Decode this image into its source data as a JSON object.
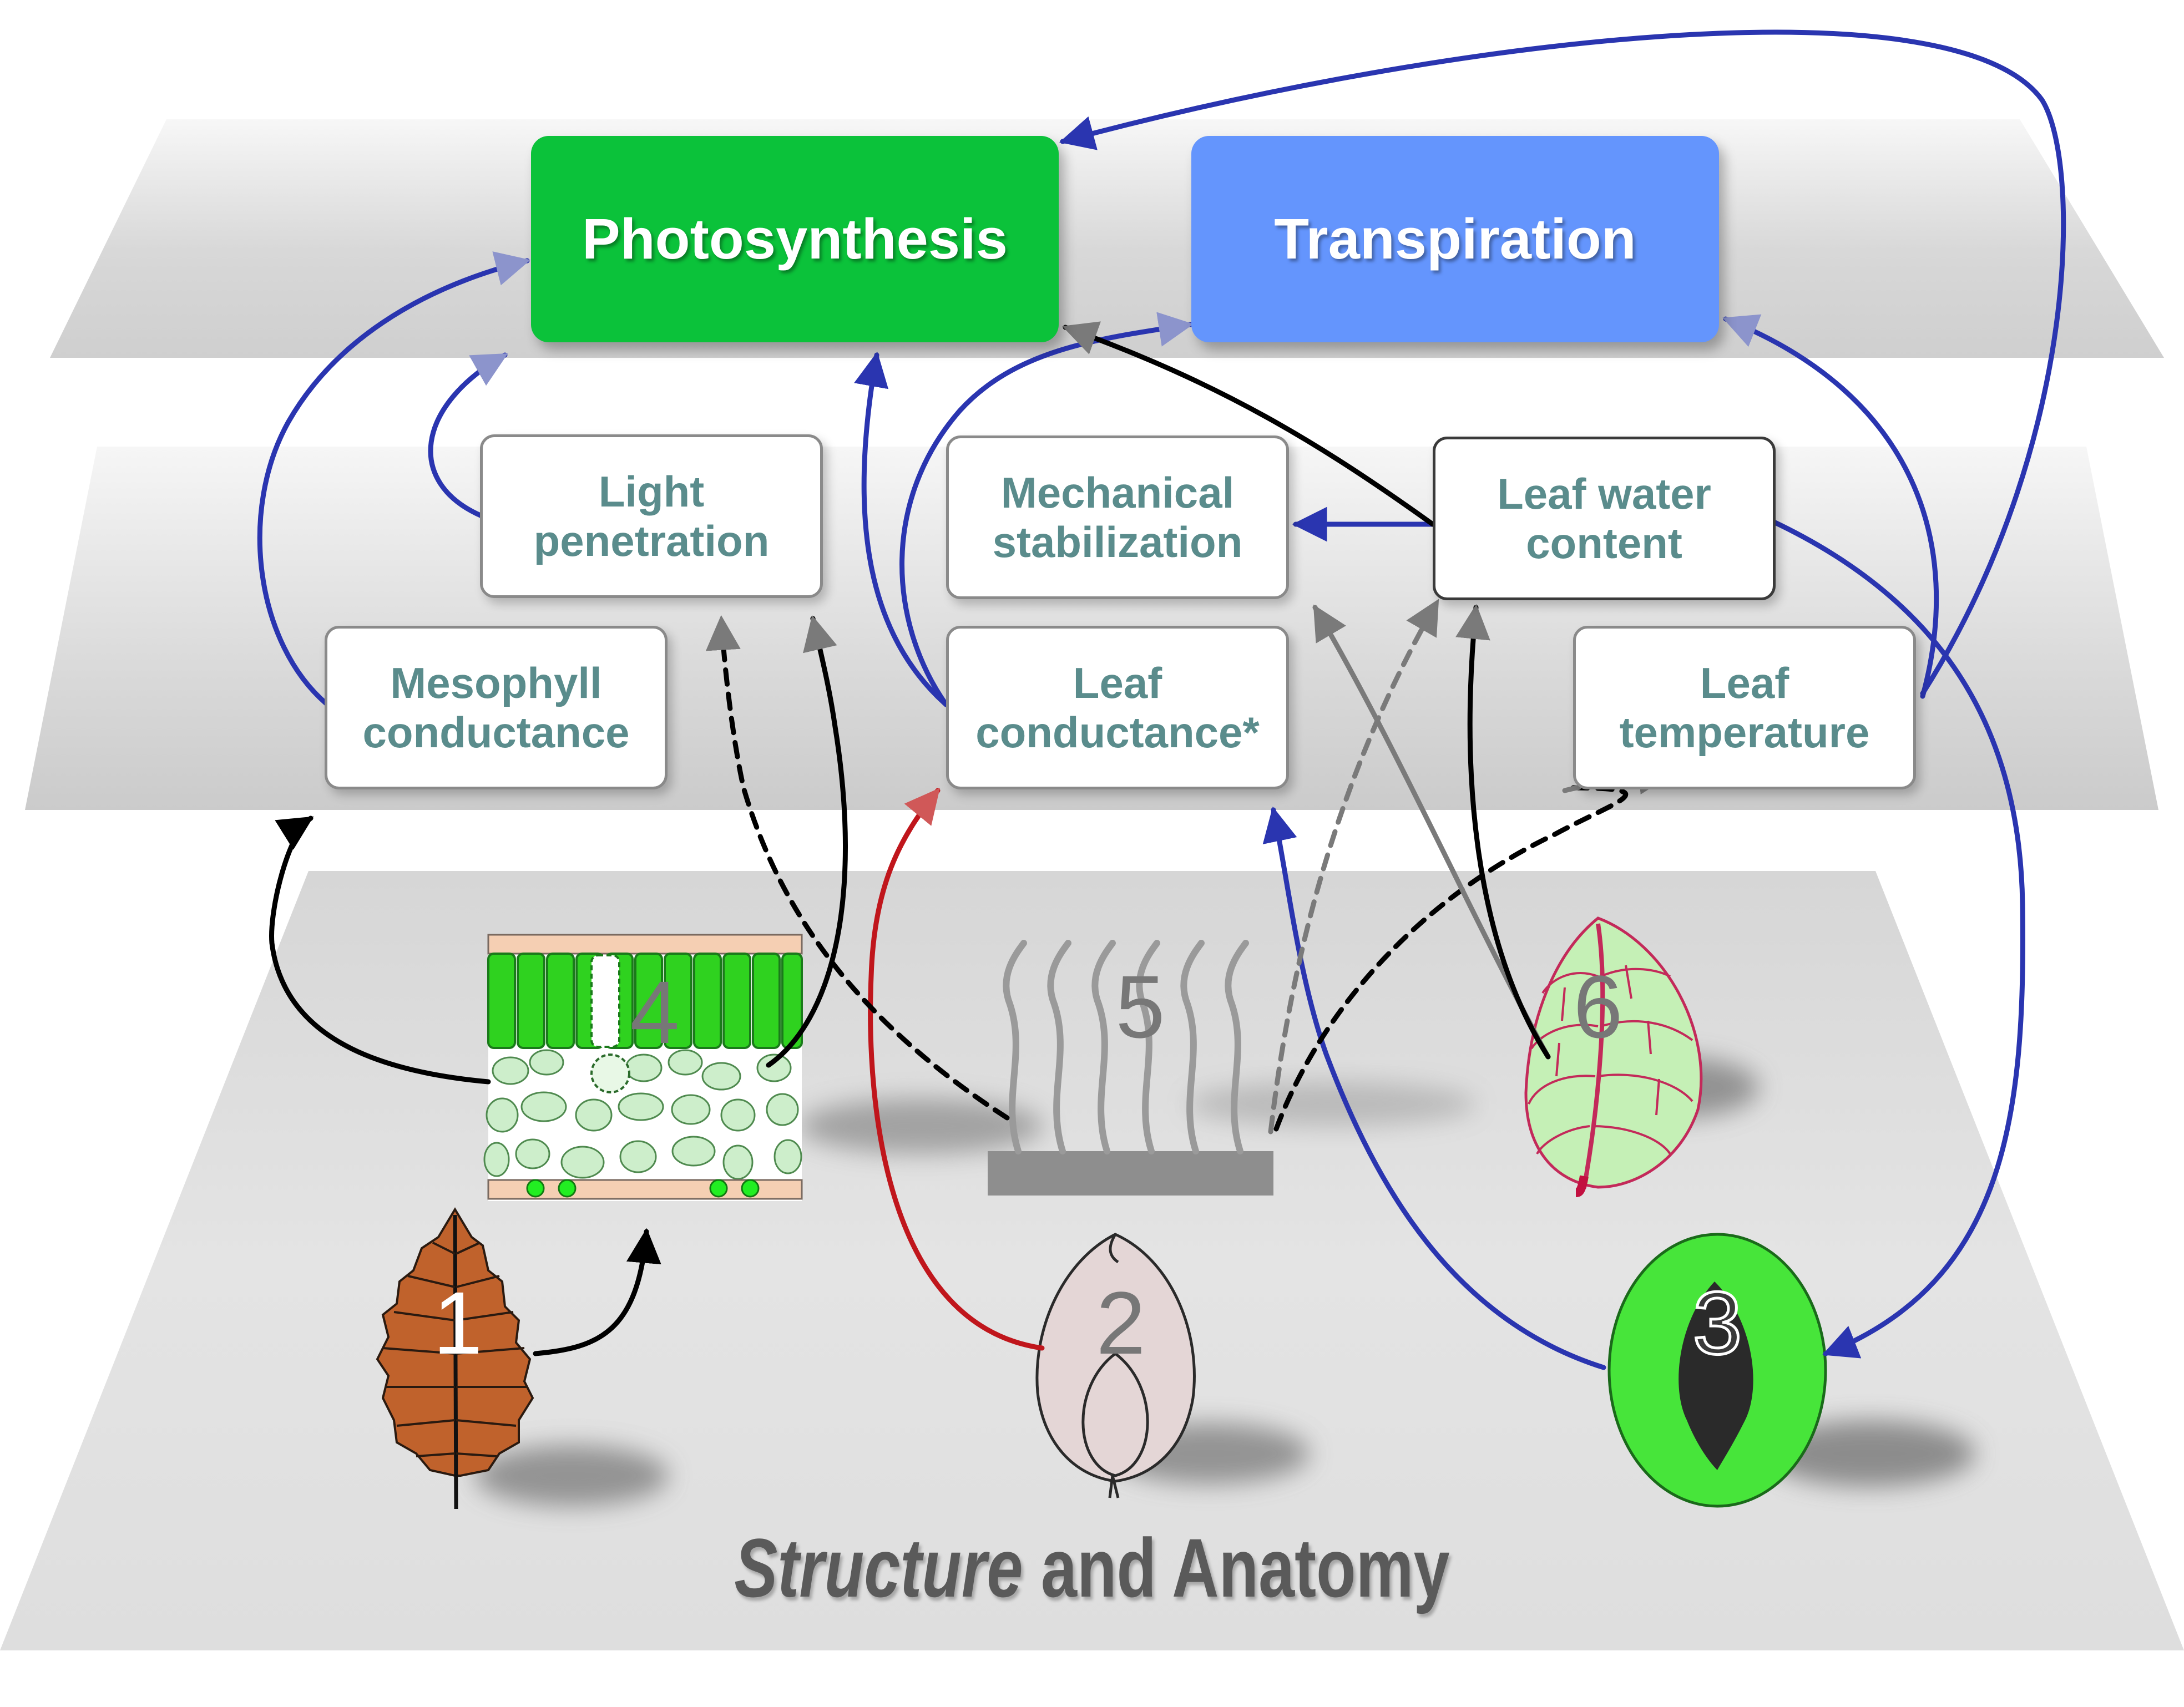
{
  "processes": {
    "photosynthesis": "Photosynthesis",
    "transpiration": "Transpiration"
  },
  "traits": {
    "light_penetration": [
      "Light",
      "penetration"
    ],
    "mechanical_stabilization": [
      "Mechanical",
      "stabilization"
    ],
    "leaf_water_content": [
      "Leaf water",
      "content"
    ],
    "mesophyll_conductance": [
      "Mesophyll",
      "conductance"
    ],
    "leaf_conductance": [
      "Leaf",
      "conductance*"
    ],
    "leaf_temperature": [
      "Leaf",
      "temperature"
    ]
  },
  "structures": {
    "leaf_1": "1",
    "leaf_2": "2",
    "leaf_3": "3",
    "cross_section_4": "4",
    "hairs_5": "5",
    "leaf_6": "6"
  },
  "footer": {
    "title_italic": "Structure",
    "title_rest": " and Anatomy"
  },
  "colors": {
    "photosynthesis": "#0bc23a",
    "transpiration": "#6495fd",
    "trait_text": "#5a8c8c",
    "arrow_blue": "#2a35b0",
    "arrow_light_blue": "#8c94cc",
    "arrow_black": "#000000",
    "arrow_gray": "#7a7a7a",
    "arrow_red": "#c0161c",
    "leaf_orange": "#c0622c",
    "leaf_green": "#47e53a"
  }
}
